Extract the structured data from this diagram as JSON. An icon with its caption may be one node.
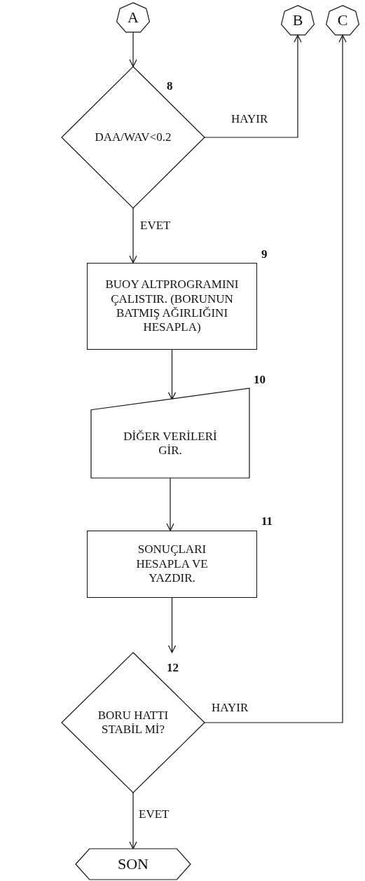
{
  "diagram": {
    "nodes": [
      {
        "text": [
          "A"
        ]
      },
      {
        "text": [
          "B"
        ]
      },
      {
        "text": [
          "C"
        ]
      },
      {
        "text": [
          "DAA/WAV<0.2"
        ],
        "beside": [
          "8"
        ]
      },
      {
        "text": [
          "BUOY ALTPROGRAMINI ÇALISTIR. (BORUNUN BATMIŞ AĞIRLIĞINI HESAPLA)"
        ],
        "beside": [
          "9"
        ]
      },
      {
        "text": [
          "DİĞER VERİLERİ GİR."
        ],
        "beside": [
          "10"
        ]
      },
      {
        "text": [
          "SONUÇLARI HESAPLA VE YAZDIR."
        ],
        "beside": [
          "11"
        ]
      },
      {
        "text": [
          "BORU HATTI STABİL Mİ?"
        ],
        "beside": [
          "12"
        ]
      },
      {
        "text": [
          "SON"
        ]
      }
    ],
    "edges": [
      {
        "from": 0,
        "to": 3,
        "arrow": "to"
      },
      {
        "from": 3,
        "to": 1,
        "arrow": "to",
        "label": "HAYIR"
      },
      {
        "from": 3,
        "to": 4,
        "arrow": "to",
        "label": "EVET"
      },
      {
        "from": 4,
        "to": 5,
        "arrow": "to"
      },
      {
        "from": 5,
        "to": 6,
        "arrow": "to"
      },
      {
        "from": 6,
        "to": 7,
        "arrow": "to"
      },
      {
        "from": 7,
        "to": 2,
        "arrow": "to",
        "label": "HAYIR"
      },
      {
        "from": 7,
        "to": 8,
        "arrow": "to",
        "label": "EVET"
      }
    ]
  }
}
